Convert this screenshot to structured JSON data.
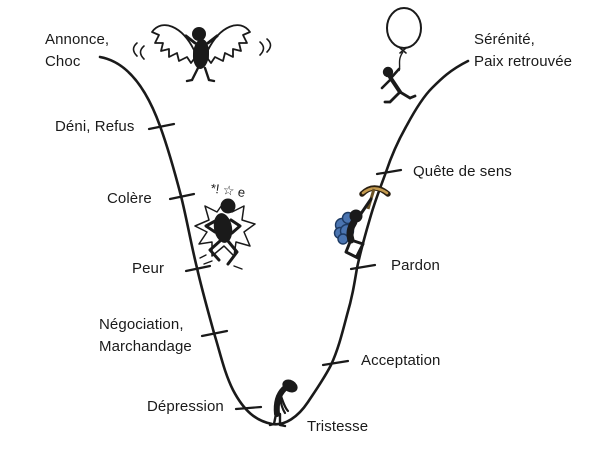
{
  "diagram": {
    "type": "grief-curve",
    "stages": [
      {
        "label": "Annonce,\nChoc",
        "side": "left-top"
      },
      {
        "label": "Déni, Refus",
        "side": "left"
      },
      {
        "label": "Colère",
        "side": "left"
      },
      {
        "label": "Peur",
        "side": "left"
      },
      {
        "label": "Négociation,\nMarchandage",
        "side": "left"
      },
      {
        "label": "Dépression",
        "side": "left-bottom"
      },
      {
        "label": "Tristesse",
        "side": "bottom"
      },
      {
        "label": "Acceptation",
        "side": "right"
      },
      {
        "label": "Pardon",
        "side": "right"
      },
      {
        "label": "Quête de sens",
        "side": "right"
      },
      {
        "label": "Sérénité,\nPaix retrouvée",
        "side": "right-top"
      }
    ],
    "anger_symbols": "*! ☆ e",
    "figures": [
      "shock-bat-figure",
      "anger-figure",
      "sad-figure",
      "climber-figure",
      "balloon-figure"
    ],
    "colors": {
      "line": "#1a1a1a",
      "backpack_blue": "#4a74b0",
      "pickaxe_gold": "#c49a4e",
      "background": "#ffffff"
    }
  }
}
